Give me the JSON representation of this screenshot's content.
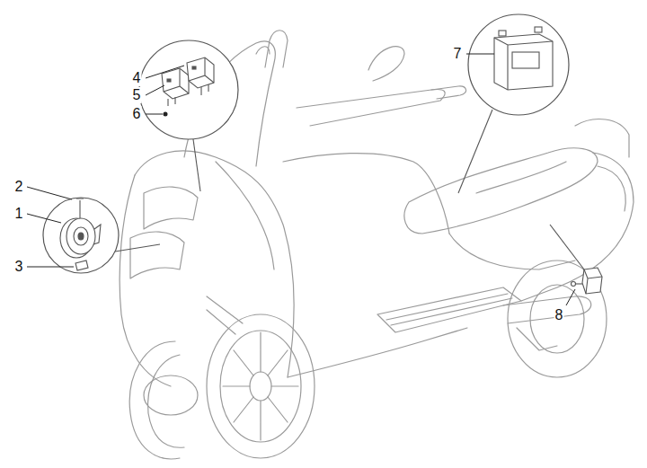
{
  "diagram": {
    "labels": [
      "4",
      "5",
      "6",
      "2",
      "1",
      "3",
      "7",
      "8"
    ]
  }
}
